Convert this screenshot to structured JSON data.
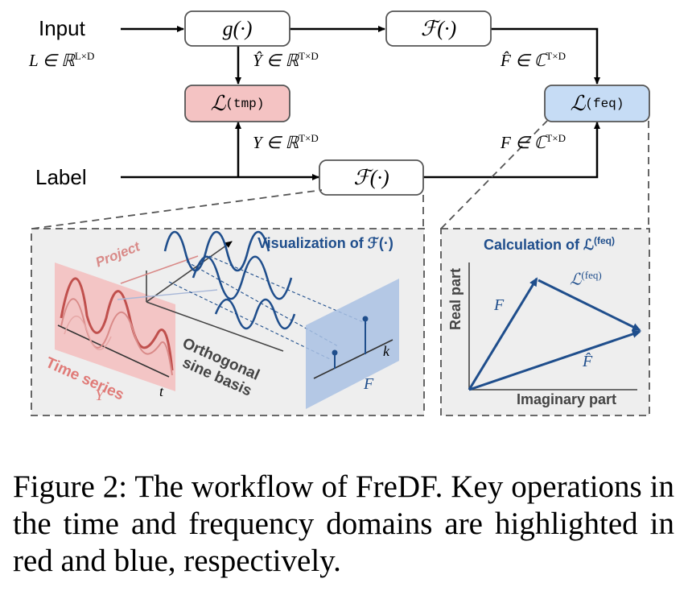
{
  "diagram": {
    "input_label": "Input",
    "input_math": "L ∈ ℝ",
    "input_sup": "L×D",
    "label_label": "Label",
    "g_box": "g(·)",
    "f_top_box": "ℱ(·)",
    "f_bottom_box": "ℱ(·)",
    "loss_tmp": "ℒ",
    "loss_tmp_sup": "(tmp)",
    "loss_feq": "ℒ",
    "loss_feq_sup": "(feq)",
    "yhat_math": "Ŷ ∈ ℝ",
    "yhat_sup": "T×D",
    "y_math": "Y ∈ ℝ",
    "y_sup": "T×D",
    "fhat_math": "F̂ ∈ ℂ",
    "fhat_sup": "T×D",
    "f_math": "F ∈ ℂ",
    "f_sup": "T×D",
    "colors": {
      "red_fill": "#f4c3c3",
      "blue_fill": "#c6dcf5",
      "panel_bg": "#eeeeee",
      "accent_blue": "#1f4e8c",
      "accent_red": "#c0504d"
    }
  },
  "viz_panel": {
    "title": "Visualization of ℱ(·)",
    "project": "Project",
    "time_series": "Time series",
    "y_symbol": "Y",
    "t_symbol": "t",
    "orthogonal": "Orthogonal",
    "sine_basis": "sine basis",
    "k_symbol": "k",
    "f_symbol": "F"
  },
  "calc_panel": {
    "title": "Calculation of ℒ",
    "title_sup": "(feq)",
    "y_axis": "Real part",
    "x_axis": "Imaginary part",
    "f_vec": "F",
    "fhat_vec": "F̂",
    "loss": "ℒ",
    "loss_sup": "(feq)"
  },
  "caption": {
    "text": "Figure 2: The workflow of FreDF. Key operations in the time and frequency domains are highlighted in red and blue, respectively."
  }
}
